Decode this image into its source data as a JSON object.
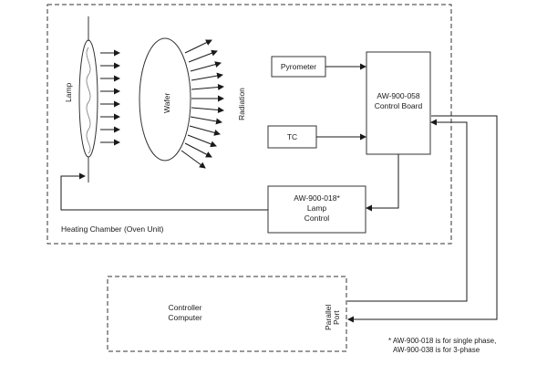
{
  "chamber": {
    "label": "Heating Chamber (Oven Unit)"
  },
  "lamp": {
    "label": "Lamp"
  },
  "wafer": {
    "label": "Wafer"
  },
  "radiation": {
    "label": "Radiation"
  },
  "pyrometer": {
    "label": "Pyrometer"
  },
  "tc": {
    "label": "TC"
  },
  "control_board": {
    "line1": "AW-900-058",
    "line2": "Control Board"
  },
  "lamp_control": {
    "line1": "AW-900-018*",
    "line2": "Lamp",
    "line3": "Control"
  },
  "controller_computer": {
    "line1": "Controller",
    "line2": "Computer"
  },
  "parallel_port": {
    "line1": "Parallel",
    "line2": "Port"
  },
  "footnote": {
    "line1": "* AW-900-018 is for single phase,",
    "line2": "AW-900-038 is for 3-phase"
  }
}
